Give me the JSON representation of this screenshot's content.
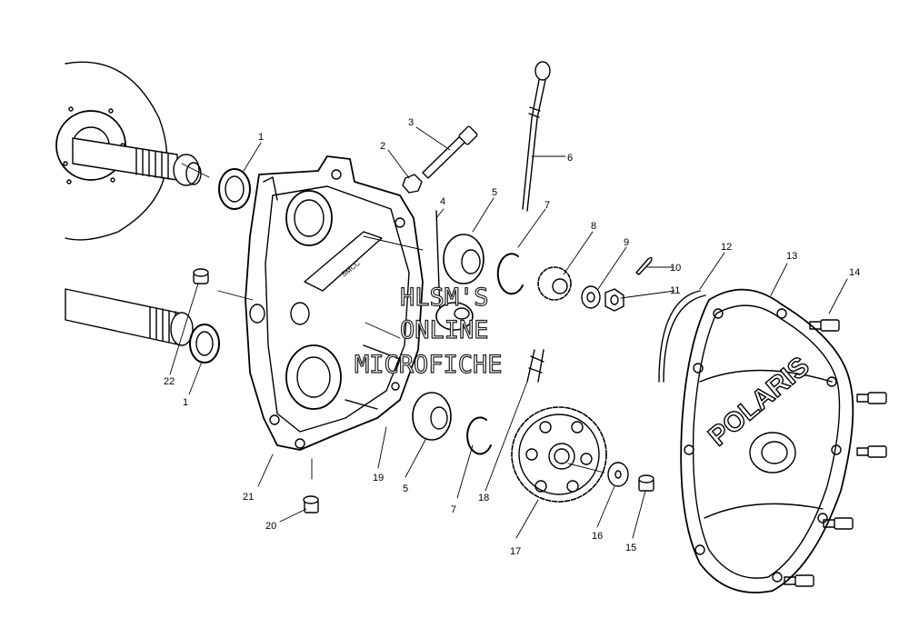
{
  "part_labels": [
    "1",
    "2",
    "3",
    "4",
    "5",
    "6",
    "7",
    "8",
    "9",
    "10",
    "11",
    "12",
    "13",
    "14",
    "22",
    "1",
    "21",
    "20",
    "19",
    "5",
    "7",
    "18",
    "17",
    "16",
    "15"
  ],
  "watermark": [
    "HLSM'S",
    "ONLINE",
    "MICROFICHE"
  ],
  "cover_logo": "POLARIS",
  "case_marking": "SMCC"
}
